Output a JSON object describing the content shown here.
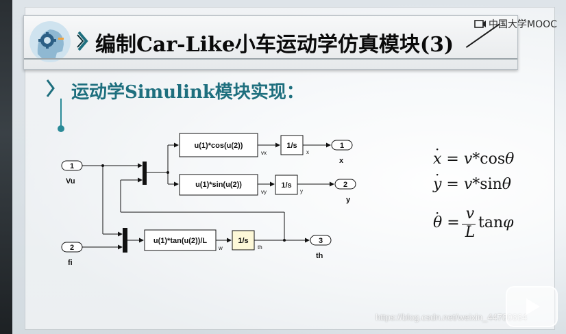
{
  "header": {
    "title": "编制Car-Like小车运动学仿真模块(3)",
    "logo_text": "中国大学MOOC"
  },
  "section": {
    "title": "运动学Simulink模块实现："
  },
  "diagram": {
    "inports": [
      {
        "number": "1",
        "name": "Vu"
      },
      {
        "number": "2",
        "name": "fi"
      }
    ],
    "outports": [
      {
        "number": "1",
        "name": "x"
      },
      {
        "number": "2",
        "name": "y"
      },
      {
        "number": "3",
        "name": "th"
      }
    ],
    "fcn_blocks": [
      "u(1)*cos(u(2))",
      "u(1)*sin(u(2))",
      "u(1)*tan(u(2))/L"
    ],
    "integrators": [
      "1/s",
      "1/s",
      "1/s"
    ],
    "signals": {
      "vx": "vx",
      "vy": "vy",
      "w": "w",
      "x": "x",
      "y": "y",
      "th": "th"
    }
  },
  "equations": {
    "eq1": {
      "lhs": "x",
      "rhs_a": "v",
      "op": "*",
      "fn": "cos",
      "arg": "θ"
    },
    "eq2": {
      "lhs": "y",
      "rhs_a": "v",
      "op": "*",
      "fn": "sin",
      "arg": "θ"
    },
    "eq3": {
      "lhs": "θ",
      "num": "v",
      "den": "L",
      "fn": "tan",
      "arg": "φ"
    }
  },
  "watermark": "https://blog.csdn.net/weixin_44700664",
  "colors": {
    "title_accent": "#1e6f7e",
    "integrator_fill": "#fdf8d8"
  }
}
